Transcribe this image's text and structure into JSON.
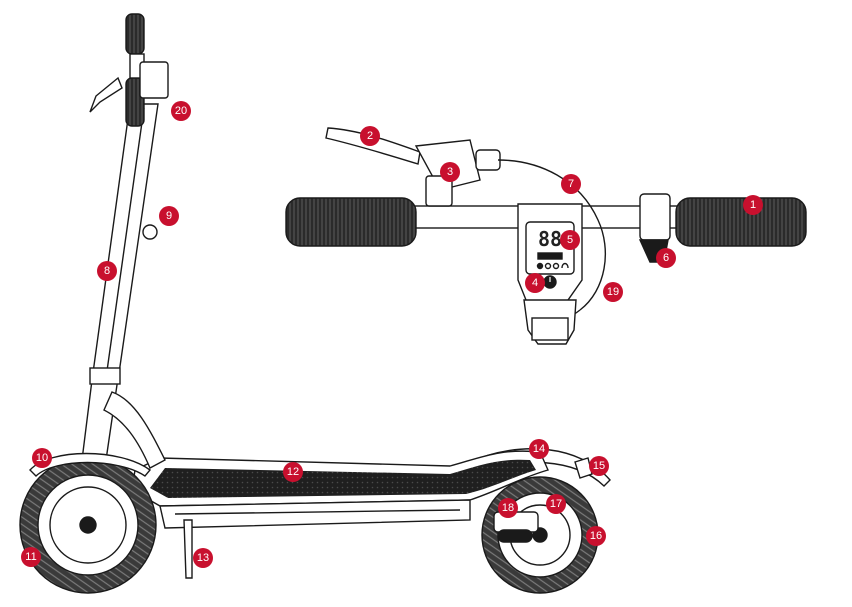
{
  "figure": {
    "type": "labeled product diagram",
    "colors": {
      "badge": "#c8102e",
      "badge_text": "#ffffff",
      "line": "#1a1a1a",
      "grip": "#2b2b2b",
      "deck": "#1f1f1f",
      "tire": "#3a3a3a"
    }
  },
  "display": {
    "speed_readout": "88",
    "icons": [
      "light-icon",
      "mode-icon",
      "bluetooth-icon",
      "bell-icon"
    ],
    "power_icon": "power-icon"
  },
  "callouts": [
    {
      "label": "1"
    },
    {
      "label": "2"
    },
    {
      "label": "3"
    },
    {
      "label": "4"
    },
    {
      "label": "5"
    },
    {
      "label": "6"
    },
    {
      "label": "7"
    },
    {
      "label": "8"
    },
    {
      "label": "9"
    },
    {
      "label": "10"
    },
    {
      "label": "11"
    },
    {
      "label": "12"
    },
    {
      "label": "13"
    },
    {
      "label": "14"
    },
    {
      "label": "15"
    },
    {
      "label": "16"
    },
    {
      "label": "17"
    },
    {
      "label": "18"
    },
    {
      "label": "19"
    },
    {
      "label": "20"
    }
  ]
}
